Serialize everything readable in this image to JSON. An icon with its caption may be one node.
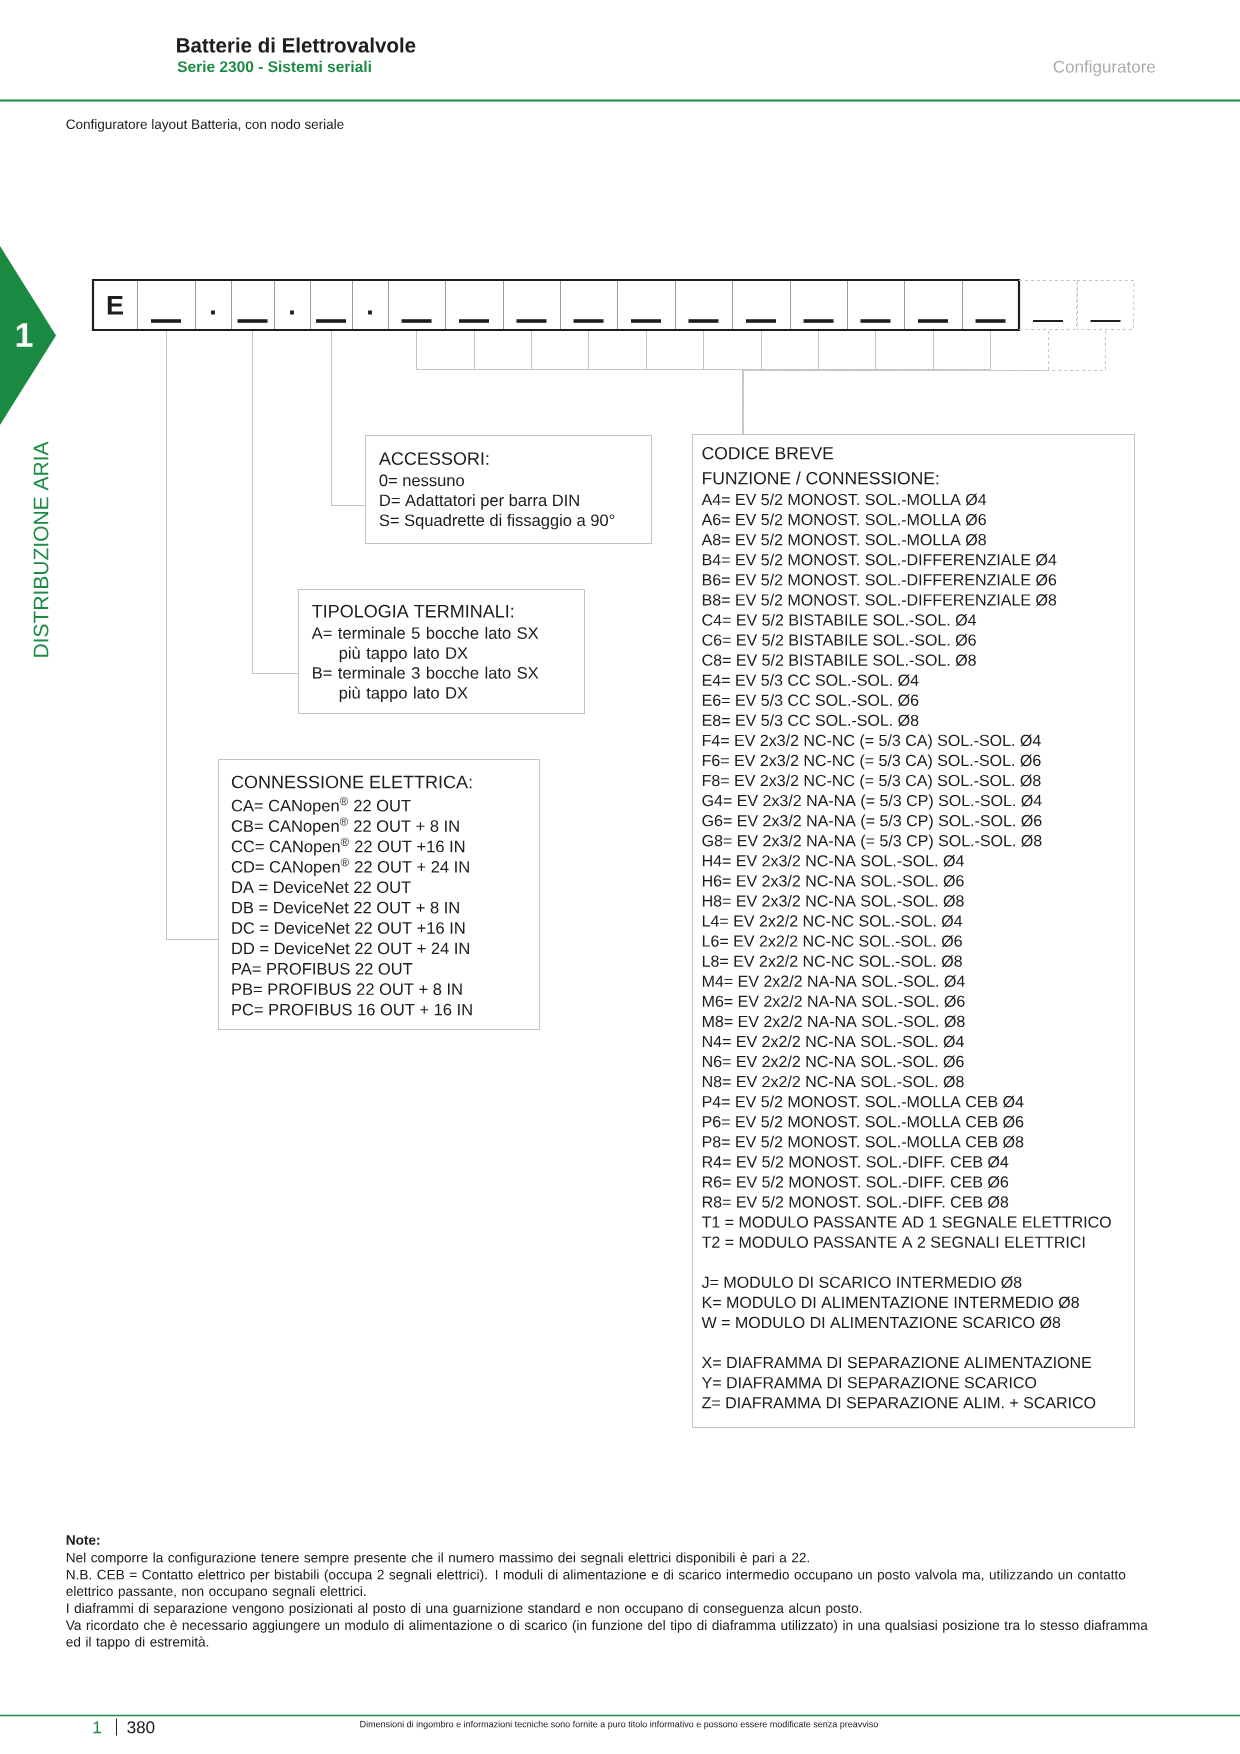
{
  "diagram": {
    "title": "Batterie di Elettrovalvole",
    "caption": "Configuratore layout Batteria, con nodo seriale",
    "nodes": [
      {
        "text": [
          "E"
        ]
      },
      {
        "text": [],
        "shape": "box"
      },
      {
        "text": [
          "."
        ]
      },
      {
        "text": [],
        "shape": "box"
      },
      {
        "text": [
          "."
        ]
      },
      {
        "text": [],
        "shape": "box"
      },
      {
        "text": [
          "."
        ]
      },
      {
        "text": [],
        "shape": "box"
      },
      {
        "text": [],
        "shape": "box"
      },
      {
        "text": [],
        "shape": "box"
      },
      {
        "text": [],
        "shape": "box"
      },
      {
        "text": [],
        "shape": "box"
      },
      {
        "text": [],
        "shape": "box"
      },
      {
        "text": [],
        "shape": "box"
      },
      {
        "text": [],
        "shape": "box"
      },
      {
        "text": [],
        "shape": "box"
      },
      {
        "text": [],
        "shape": "box"
      },
      {
        "text": [],
        "shape": "box"
      },
      {
        "text": [],
        "shape": "box"
      },
      {
        "text": [],
        "shape": "box"
      },
      {
        "text": [
          "1"
        ],
        "beside": [
          "DISTRIBUZIONE ARIA"
        ]
      },
      {
        "text": [
          "ACCESSORI:",
          "0= nessuno",
          "D= Adattatori per barra DIN",
          "S= Squadrette di fissaggio a 90°"
        ]
      },
      {
        "text": [
          "TIPOLOGIA TERMINALI:",
          "A= terminale 5 bocche lato SX più tappo lato DX",
          "B= terminale 3 bocche lato SX più tappo lato DX"
        ]
      },
      {
        "text": [
          "CONNESSIONE ELETTRICA:",
          "CA= CANopen$^{®}$ 22 OUT",
          "CB= CANopen$^{®}$ 22 OUT + 8 IN",
          "CC= CANopen$^{®}$ 22 OUT +16 IN",
          "CD= CANopen$^{®}$ 22 OUT + 24 IN",
          "DA = DeviceNet 22 OUT",
          "DB = DeviceNet 22 OUT + 8 IN",
          "DC = DeviceNet 22 OUT +16 IN",
          "DD = DeviceNet 22 OUT + 24 IN",
          "PA= PROFIBUS 22 OUT",
          "PB= PROFIBUS 22 OUT + 8 IN",
          "PC= PROFIBUS 16 OUT + 16 IN"
        ]
      },
      {
        "text": [
          "CODICE BREVE",
          "FUNZIONE / CONNESSIONE:",
          "A4= EV 5/2 MONOST. SOL.-MOLLA Ø4",
          "A6= EV 5/2 MONOST. SOL.-MOLLA Ø6",
          "A8= EV 5/2 MONOST. SOL.-MOLLA Ø8",
          "B4= EV 5/2 MONOST. SOL.-DIFFERENZIALE Ø4",
          "B6= EV 5/2 MONOST. SOL.-DIFFERENZIALE Ø6",
          "B8= EV 5/2 MONOST. SOL.-DIFFERENZIALE Ø8",
          "C4= EV 5/2 BISTABILE SOL.-SOL. Ø4",
          "C6= EV 5/2 BISTABILE SOL.-SOL. Ø6",
          "C8= EV 5/2 BISTABILE SOL.-SOL. Ø8",
          "E4= EV 5/3 CC SOL.-SOL. Ø4",
          "E6= EV 5/3 CC SOL.-SOL. Ø6",
          "E8= EV 5/3 CC SOL.-SOL. Ø8",
          "F4= EV 2x3/2 NC-NC (= 5/3 CA) SOL.-SOL. Ø4",
          "F6= EV 2x3/2 NC-NC (= 5/3 CA) SOL.-SOL. Ø6",
          "F8= EV 2x3/2 NC-NC (= 5/3 CA) SOL.-SOL. Ø8",
          "G4= EV 2x3/2 NA-NA (= 5/3 CP) SOL.-SOL. Ø4",
          "G6= EV 2x3/2 NA-NA (= 5/3 CP) SOL.-SOL. Ø6",
          "G8= EV 2x3/2 NA-NA (= 5/3 CP) SOL.-SOL. Ø8",
          "H4= EV 2x3/2 NC-NA SOL.-SOL. Ø4",
          "H6= EV 2x3/2 NC-NA SOL.-SOL. Ø6",
          "H8= EV 2x3/2 NC-NA SOL.-SOL. Ø8",
          "L4= EV 2x2/2 NC-NC SOL.-SOL. Ø4",
          "L6= EV 2x2/2 NC-NC SOL.-SOL. Ø6",
          "L8= EV 2x2/2 NC-NC SOL.-SOL. Ø8",
          "M4= EV 2x2/2 NA-NA SOL.-SOL. Ø4",
          "M6= EV 2x2/2 NA-NA SOL.-SOL. Ø6",
          "M8= EV 2x2/2 NA-NA SOL.-SOL. Ø8",
          "N4= EV 2x2/2 NC-NA SOL.-SOL. Ø4",
          "N6= EV 2x2/2 NC-NA SOL.-SOL. Ø6",
          "N8= EV 2x2/2 NC-NA SOL.-SOL. Ø8",
          "P4= EV 5/2 MONOST. SOL.-MOLLA CEB Ø4",
          "P6= EV 5/2 MONOST. SOL.-MOLLA CEB Ø6",
          "P8= EV 5/2 MONOST. SOL.-MOLLA CEB Ø8",
          "R4= EV 5/2 MONOST. SOL.-DIFF. CEB Ø4",
          "R6= EV 5/2 MONOST. SOL.-DIFF. CEB Ø6",
          "R8= EV 5/2 MONOST. SOL.-DIFF. CEB Ø8",
          "T1 = MODULO PASSANTE AD 1 SEGNALE ELETTRICO",
          "T2 = MODULO PASSANTE A 2 SEGNALI ELETTRICI",
          "J= MODULO DI SCARICO INTERMEDIO Ø8",
          "K= MODULO DI ALIMENTAZIONE INTERMEDIO Ø8",
          "W = MODULO DI ALIMENTAZIONE SCARICO Ø8",
          "X= DIAFRAMMA DI SEPARAZIONE ALIMENTAZIONE",
          "Y= DIAFRAMMA DI SEPARAZIONE SCARICO",
          "Z= DIAFRAMMA DI SEPARAZIONE ALIM. + SCARICO"
        ]
      }
    ],
    "edges": [
      {
        "from": 1,
        "to": 23,
        "arrow": "none"
      },
      {
        "from": 3,
        "to": 22,
        "arrow": "none"
      },
      {
        "from": 5,
        "to": 21,
        "arrow": "none"
      },
      {
        "from": 7,
        "to": 24,
        "arrow": "none"
      },
      {
        "from": 8,
        "to": 24,
        "arrow": "none"
      },
      {
        "from": 9,
        "to": 24,
        "arrow": "none"
      },
      {
        "from": 10,
        "to": 24,
        "arrow": "none"
      },
      {
        "from": 11,
        "to": 24,
        "arrow": "none"
      },
      {
        "from": 12,
        "to": 24,
        "arrow": "none"
      },
      {
        "from": 13,
        "to": 24,
        "arrow": "none"
      },
      {
        "from": 14,
        "to": 24,
        "arrow": "none"
      },
      {
        "from": 15,
        "to": 24,
        "arrow": "none"
      },
      {
        "from": 16,
        "to": 24,
        "arrow": "none"
      },
      {
        "from": 17,
        "to": 24,
        "arrow": "none"
      },
      {
        "from": 18,
        "to": 24,
        "arrow": "none",
        "style": "dashed"
      },
      {
        "from": 19,
        "to": 24,
        "arrow": "none",
        "style": "dashed"
      }
    ],
    "labels": [
      "Serie 2300 - Sistemi seriali",
      "Configuratore",
      "Note:",
      "Nel comporre la configurazione tenere sempre presente che il numero massimo dei segnali elettrici disponibili è pari a 22.",
      "N.B. CEB = Contatto elettrico per bistabili (occupa 2 segnali elettrici). I moduli di alimentazione e di scarico intermedio occupano un posto valvola ma, utilizzando un contatto elettrico passante, non occupano segnali elettrici.",
      "I diaframmi di separazione vengono posizionati al posto di una guarnizione standard e non occupano di conseguenza alcun posto.",
      "Va ricordato che è necessario aggiungere un modulo di alimentazione o di scarico (in funzione del tipo di diaframma utilizzato) in una qualsiasi posizione tra lo stesso diaframma ed il tappo di estremità.",
      "1",
      "380",
      "Dimensioni di ingombro e informazioni tecniche sono fornite a puro titolo informativo e possono essere modificate senza preavviso"
    ]
  }
}
